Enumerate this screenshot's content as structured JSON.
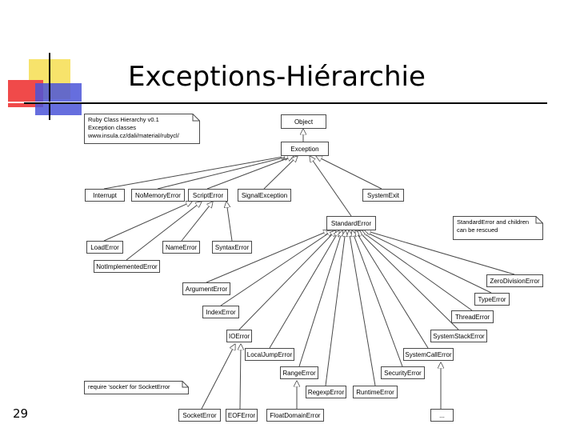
{
  "slide": {
    "title": "Exceptions-Hiérarchie",
    "number": "29"
  },
  "colors": {
    "yellow": "#f7e36b",
    "red": "#f04a4a",
    "blue": "#4b55d8",
    "line": "#4a4a4a"
  },
  "diagram": {
    "notes": {
      "header_lines": [
        "Ruby Class Hierarchy v0.1",
        "Exception classes",
        "www.insula.cz/dali/material/rubycl/"
      ],
      "rescue_lines": [
        "StandardError and children",
        "can be rescued"
      ],
      "socket_lines": [
        "require 'socket' for SocketError"
      ]
    },
    "nodes": {
      "object": "Object",
      "exception": "Exception",
      "interrupt": "Interrupt",
      "nomemoryerror": "NoMemoryError",
      "scripterror": "ScriptError",
      "signalexception": "SignalException",
      "systemexit": "SystemExit",
      "standarderror": "StandardError",
      "loaderror": "LoadError",
      "notimplementederror": "NotImplementedError",
      "nameerror": "NameError",
      "syntaxerror": "SyntaxError",
      "argumenterror": "ArgumentError",
      "indexerror": "IndexError",
      "ioerror": "IOError",
      "localjumperror": "LocalJumpError",
      "rangeerror": "RangeError",
      "regexperror": "RegexpError",
      "runtimeerror": "RuntimeError",
      "securityerror": "SecurityError",
      "systemcallerror": "SystemCallError",
      "systemstackerror": "SystemStackError",
      "threaderror": "ThreadError",
      "typeerror": "TypeError",
      "zerodivisionerror": "ZeroDivisionError",
      "socketerror": "SocketError",
      "eoferror": "EOFError",
      "floatdomainerror": "FloatDomainError",
      "ellipsis": "..."
    }
  }
}
